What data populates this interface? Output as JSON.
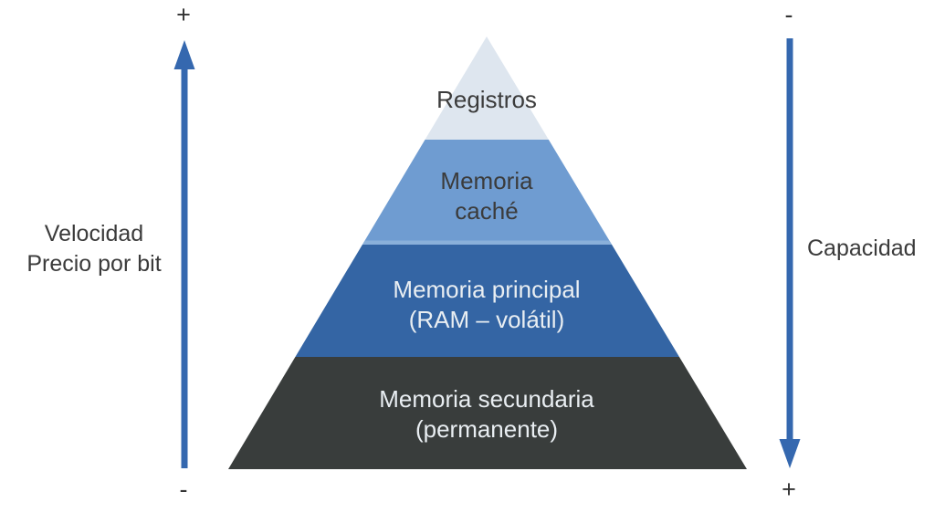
{
  "pyramid": {
    "levels": [
      {
        "name": "registros",
        "line1": "Registros",
        "line2": ""
      },
      {
        "name": "memoria-cache",
        "line1": "Memoria",
        "line2": "caché"
      },
      {
        "name": "memoria-principal",
        "line1": "Memoria principal",
        "line2": "(RAM – volátil)"
      },
      {
        "name": "memoria-secundaria",
        "line1": "Memoria secundaria",
        "line2": "(permanente)"
      }
    ]
  },
  "left_axis": {
    "top_sign": "+",
    "bottom_sign": "-",
    "label_line1": "Velocidad",
    "label_line2": "Precio por bit",
    "direction": "up"
  },
  "right_axis": {
    "top_sign": "-",
    "bottom_sign": "+",
    "label": "Capacidad",
    "direction": "down"
  },
  "colors": {
    "level1": "#dee6ef",
    "level2": "#6f9cd1",
    "level2_bevel": "#8ab0da",
    "level3": "#3465a4",
    "level4": "#393d3c",
    "arrow": "#3568af",
    "dark_text": "#3b3b3b",
    "light_text": "#e9eef2",
    "background": "#ffffff"
  }
}
